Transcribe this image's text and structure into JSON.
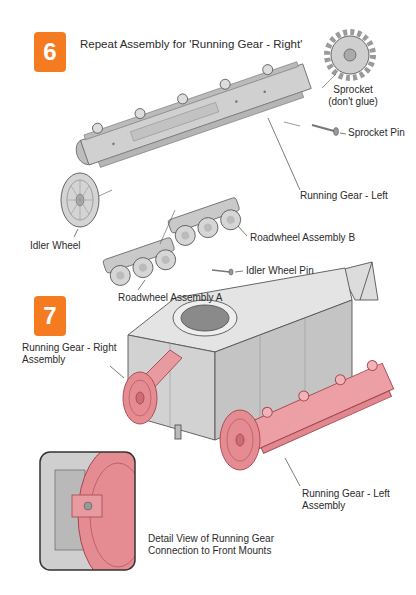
{
  "diagram": {
    "nodes": [
      {
        "text": [
          "6"
        ]
      },
      {
        "text": [
          "7"
        ]
      }
    ],
    "labels": [
      "Repeat Assembly for 'Running Gear - Right'",
      "Sprocket (don't glue)",
      "Sprocket Pin",
      "Running Gear - Left",
      "Roadwheel Assembly B",
      "Idler Wheel",
      "Idler Wheel Pin",
      "Roadwheel Assembly A",
      "Running Gear - Right Assembly",
      "Running Gear - Left Assembly",
      "Detail View of Running Gear Connection to Front Mounts"
    ]
  }
}
